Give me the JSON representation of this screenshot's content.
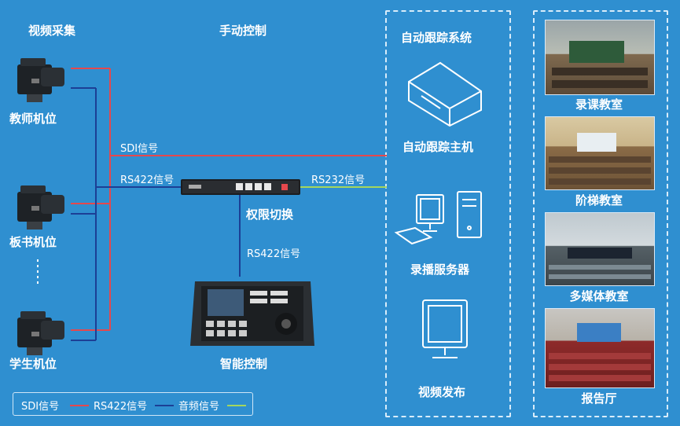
{
  "headers": {
    "capture": "视频采集",
    "manual": "手动控制",
    "tracking_system": "自动跟踪系统"
  },
  "cameras": [
    {
      "label": "教师机位"
    },
    {
      "label": "板书机位"
    },
    {
      "label": "学生机位"
    }
  ],
  "signals": {
    "sdi": "SDI信号",
    "rs422_top": "RS422信号",
    "rs232": "RS232信号",
    "rs422_bottom": "RS422信号"
  },
  "switcher_label": "权限切换",
  "controller_label": "智能控制",
  "tracking_items": [
    {
      "label": "自动跟踪主机",
      "icon": "tracking-host-icon"
    },
    {
      "label": "录播服务器",
      "icon": "recording-server-icon"
    },
    {
      "label": "视频发布",
      "icon": "video-publish-icon"
    }
  ],
  "rooms": [
    {
      "label": "录课教室"
    },
    {
      "label": "阶梯教室"
    },
    {
      "label": "多媒体教室"
    },
    {
      "label": "报告厅"
    }
  ],
  "legend": [
    {
      "label": "SDI信号",
      "color": "#e5484d"
    },
    {
      "label": "RS422信号",
      "color": "#1c3f95"
    },
    {
      "label": "音频信号",
      "color": "#a4d65e"
    }
  ],
  "colors": {
    "background": "#2f8fd0",
    "sdi": "#e5484d",
    "rs422": "#1c3f95",
    "audio": "#a4d65e"
  }
}
